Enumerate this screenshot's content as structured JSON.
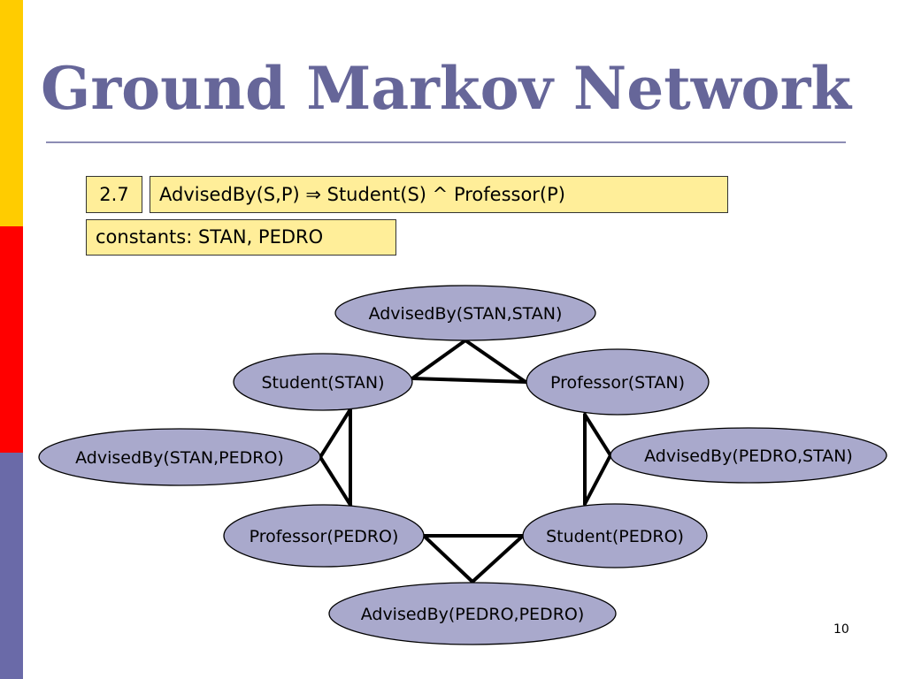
{
  "slide": {
    "title": "Ground Markov Network",
    "formula": {
      "weight": "2.7",
      "rule": "AdvisedBy(S,P) ⇒ Student(S) ^ Professor(P)"
    },
    "constants": "constants: STAN, PEDRO",
    "page_number": "10"
  },
  "network": {
    "nodes": [
      {
        "id": "advisedby-stan-stan",
        "label": "AdvisedBy(STAN,STAN)"
      },
      {
        "id": "student-stan",
        "label": "Student(STAN)"
      },
      {
        "id": "professor-stan",
        "label": "Professor(STAN)"
      },
      {
        "id": "advisedby-stan-pedro",
        "label": "AdvisedBy(STAN,PEDRO)"
      },
      {
        "id": "advisedby-pedro-stan",
        "label": "AdvisedBy(PEDRO,STAN)"
      },
      {
        "id": "professor-pedro",
        "label": "Professor(PEDRO)"
      },
      {
        "id": "student-pedro",
        "label": "Student(PEDRO)"
      },
      {
        "id": "advisedby-pedro-pedro",
        "label": "AdvisedBy(PEDRO,PEDRO)"
      }
    ],
    "edges": [
      [
        "advisedby-stan-stan",
        "student-stan"
      ],
      [
        "advisedby-stan-stan",
        "professor-stan"
      ],
      [
        "student-stan",
        "professor-stan"
      ],
      [
        "advisedby-stan-pedro",
        "student-stan"
      ],
      [
        "advisedby-stan-pedro",
        "professor-pedro"
      ],
      [
        "student-stan",
        "professor-pedro"
      ],
      [
        "advisedby-pedro-stan",
        "professor-stan"
      ],
      [
        "advisedby-pedro-stan",
        "student-pedro"
      ],
      [
        "professor-stan",
        "student-pedro"
      ],
      [
        "advisedby-pedro-pedro",
        "professor-pedro"
      ],
      [
        "advisedby-pedro-pedro",
        "student-pedro"
      ],
      [
        "professor-pedro",
        "student-pedro"
      ]
    ]
  },
  "colors": {
    "title": "#666699",
    "formula_box": "#FFEE99",
    "node_fill": "#A9A9CC",
    "edge": "#000000",
    "side_bar": [
      "#FFCC00",
      "#FF0000",
      "#6A6AA8"
    ]
  }
}
